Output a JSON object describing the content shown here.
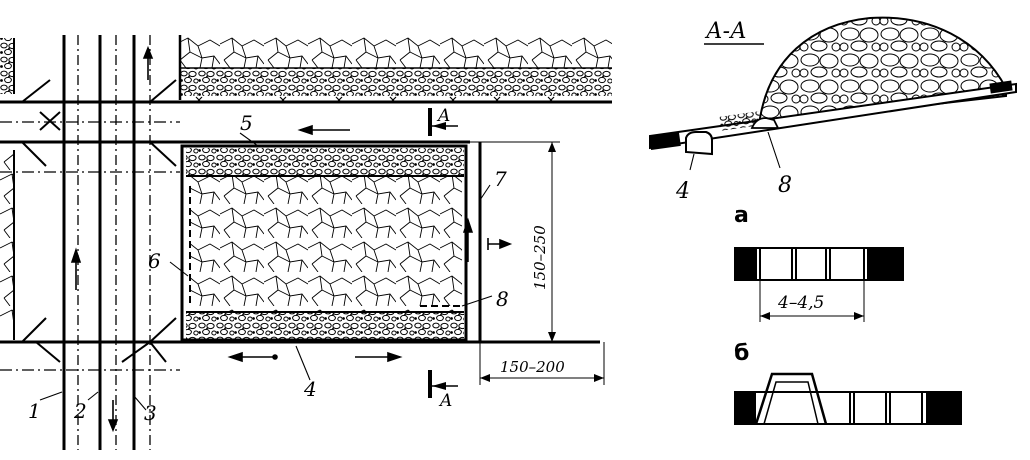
{
  "plan": {
    "section_marker": "A",
    "numbers": {
      "n1": "1",
      "n2": "2",
      "n3": "3",
      "n4": "4",
      "n5": "5",
      "n6": "6",
      "n7": "7",
      "n8": "8"
    },
    "dim_height": "150–250",
    "dim_width": "150–200"
  },
  "section_view": {
    "title": "А-А",
    "label_4": "4",
    "label_8": "8"
  },
  "detail_a": {
    "label": "а",
    "dimension": "4–4,5"
  },
  "detail_b": {
    "label": "б"
  }
}
